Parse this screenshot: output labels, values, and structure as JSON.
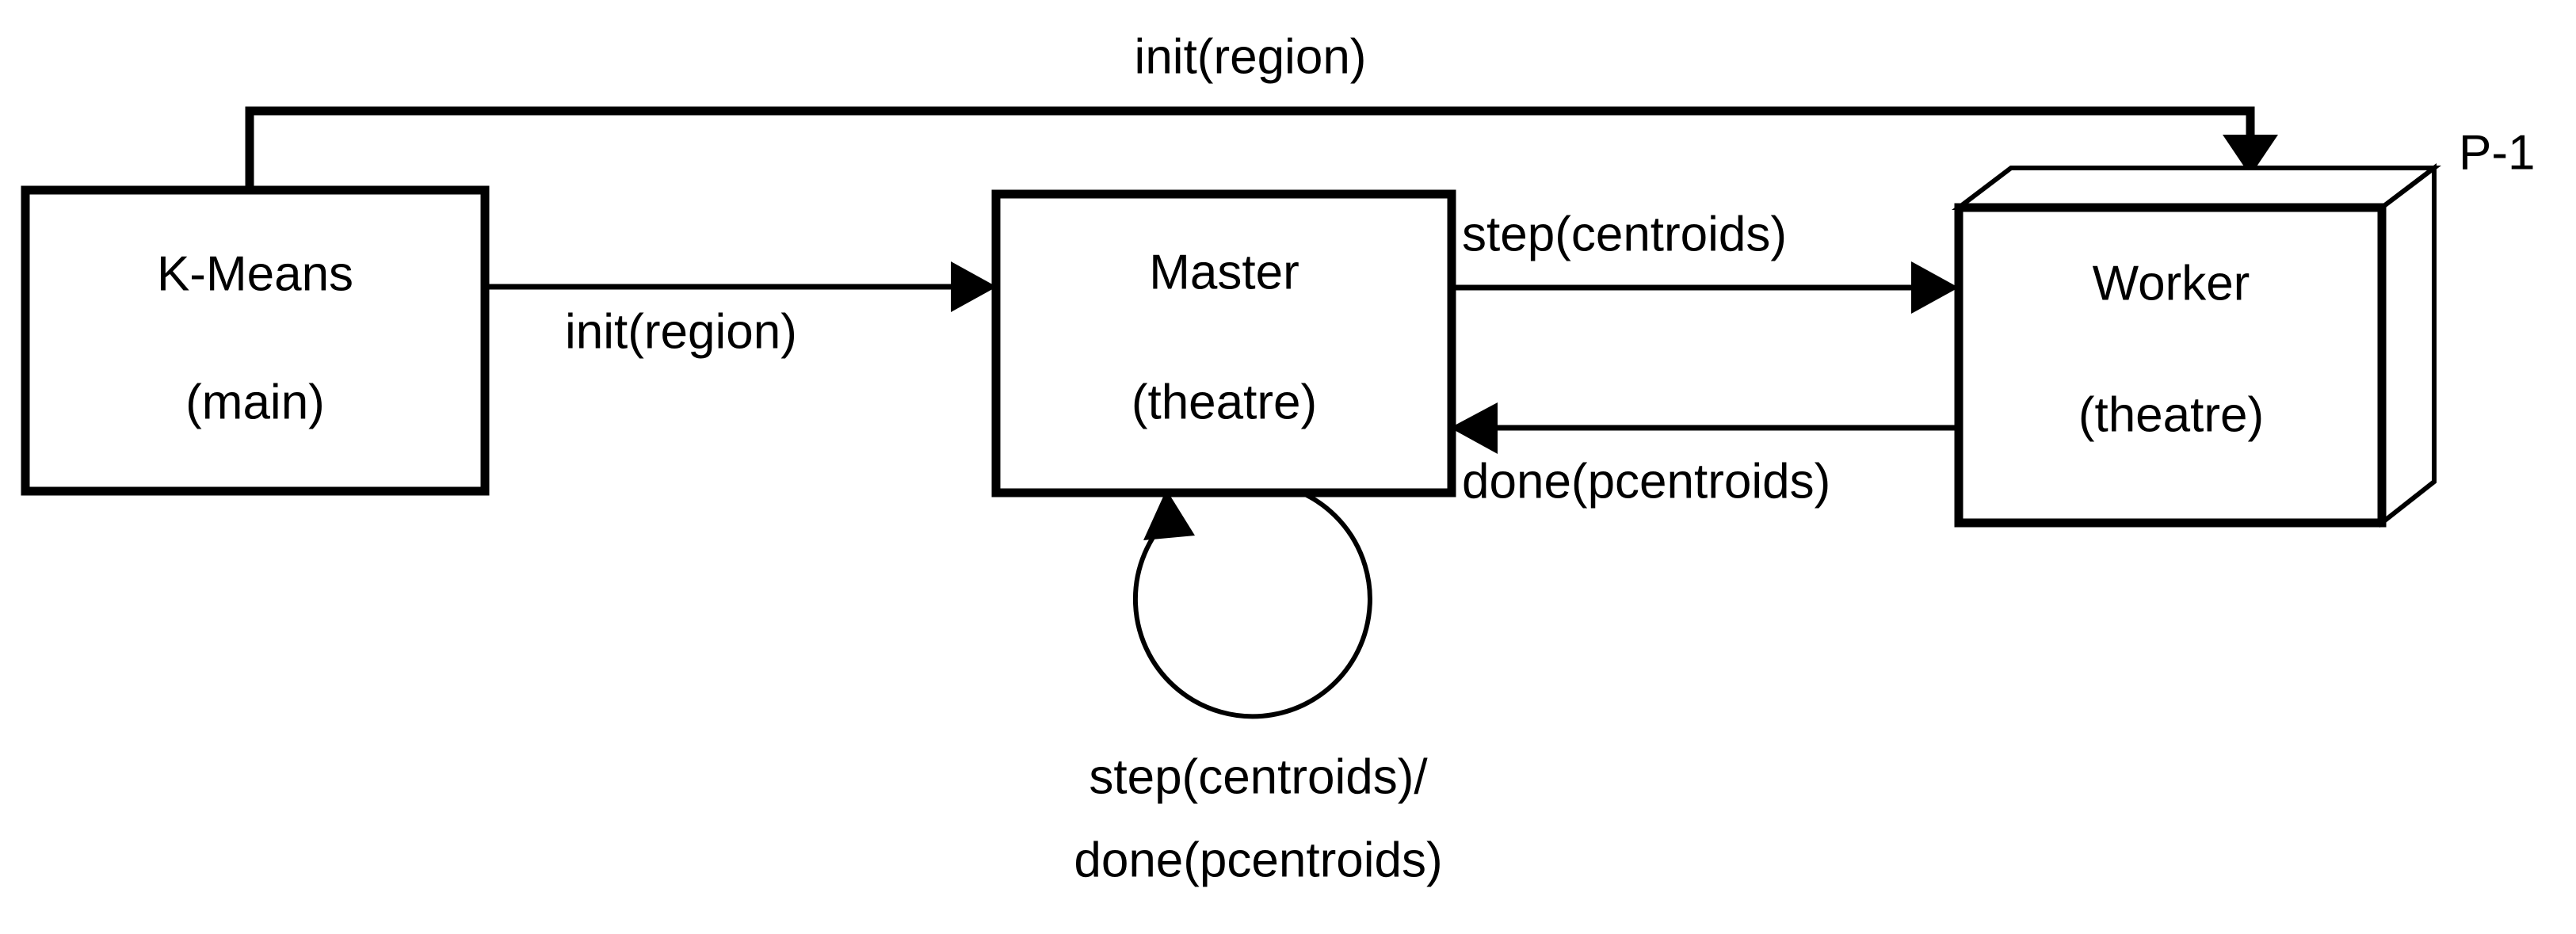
{
  "diagram": {
    "type": "component-interaction-diagram",
    "nodes": [
      {
        "id": "kmeans",
        "name": "K-Means",
        "role": "(main)",
        "shape": "rectangle"
      },
      {
        "id": "master",
        "name": "Master",
        "role": "(theatre)",
        "shape": "rectangle"
      },
      {
        "id": "worker",
        "name": "Worker",
        "role": "(theatre)",
        "shape": "cube-3d",
        "multiplicity": "P-1"
      }
    ],
    "edges": [
      {
        "id": "kmeans-to-worker",
        "label": "init(region)",
        "from": "kmeans",
        "to": "worker",
        "routing": "top-orthogonal"
      },
      {
        "id": "kmeans-to-master",
        "label": "init(region)",
        "from": "kmeans",
        "to": "master",
        "routing": "horizontal"
      },
      {
        "id": "master-to-worker",
        "label": "step(centroids)",
        "from": "master",
        "to": "worker",
        "routing": "horizontal"
      },
      {
        "id": "worker-to-master",
        "label": "done(pcentroids)",
        "from": "worker",
        "to": "master",
        "routing": "horizontal"
      },
      {
        "id": "master-self-loop",
        "label_line1": "step(centroids)/",
        "label_line2": "done(pcentroids)",
        "from": "master",
        "to": "master",
        "routing": "self-loop"
      }
    ],
    "colors": {
      "stroke": "#000000",
      "fill": "#ffffff",
      "text": "#000000"
    }
  }
}
